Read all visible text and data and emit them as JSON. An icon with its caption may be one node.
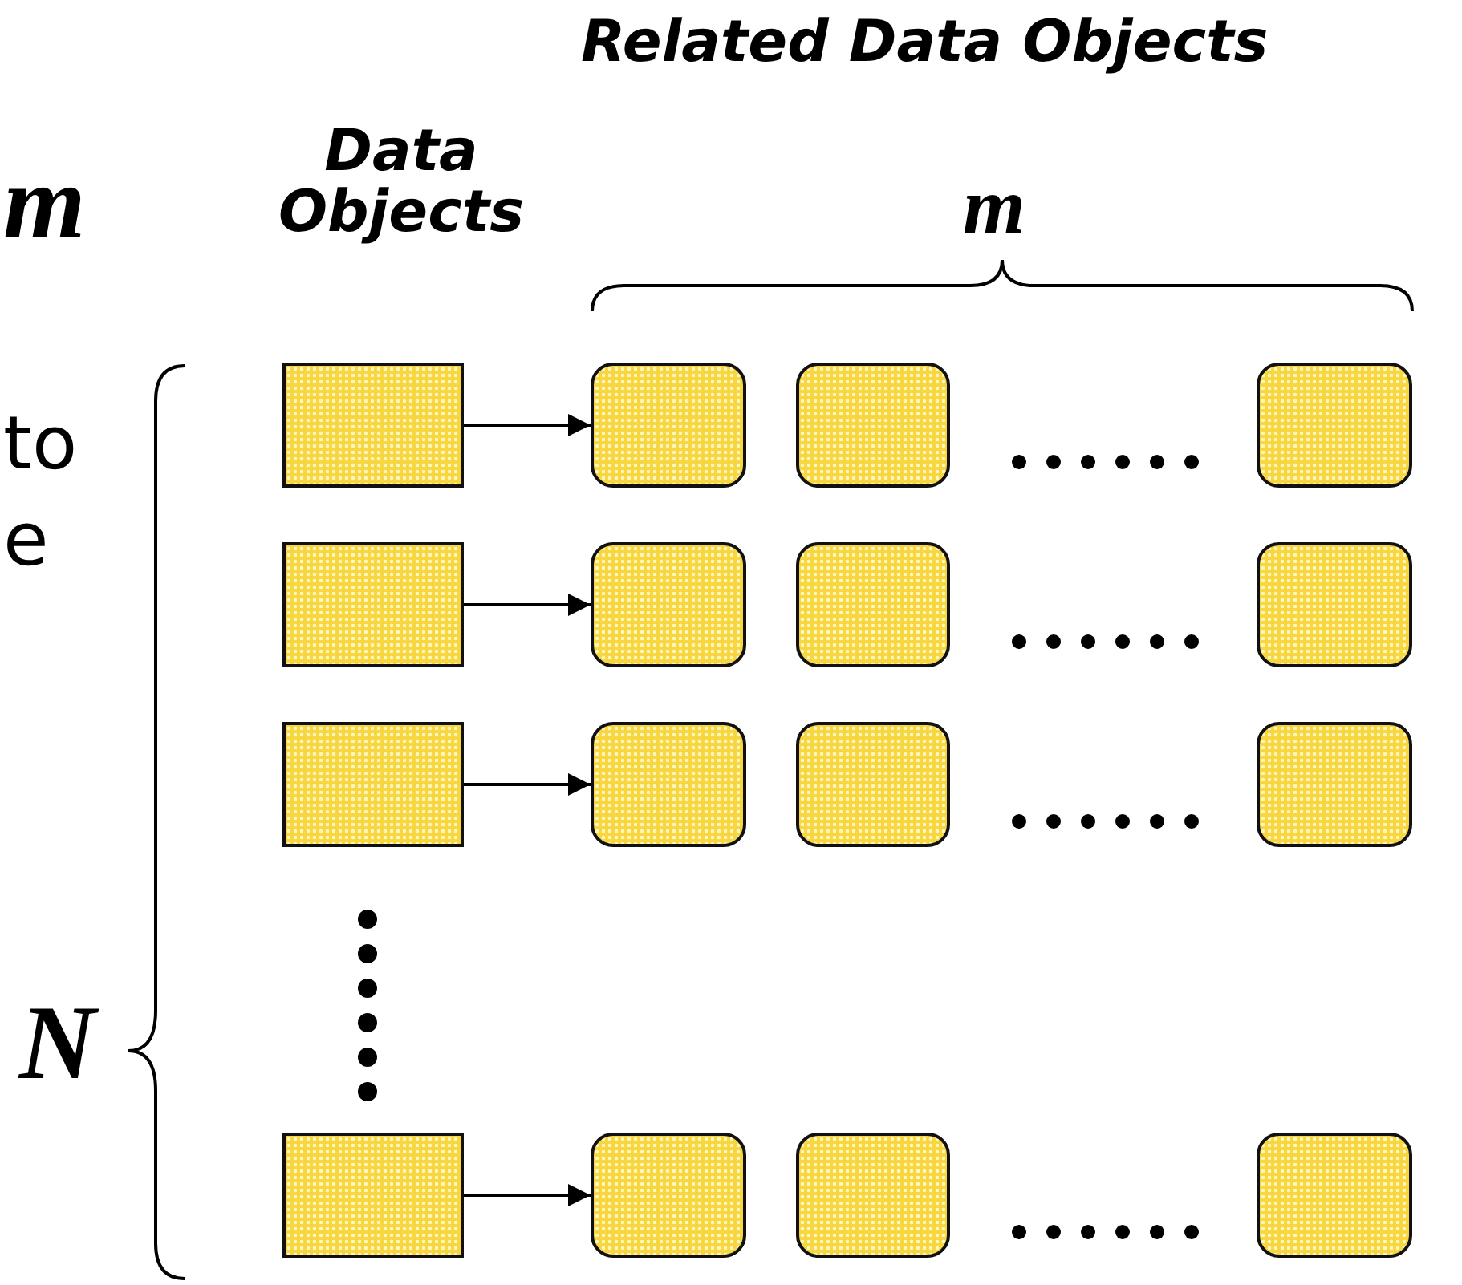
{
  "diagram": {
    "nodes": [
      {
        "text": [],
        "shape": "box"
      },
      {
        "text": [],
        "shape": "box"
      },
      {
        "text": [],
        "shape": "box"
      },
      {
        "text": [],
        "shape": "box"
      },
      {
        "text": [],
        "shape": "box"
      },
      {
        "text": [],
        "shape": "box"
      },
      {
        "text": [],
        "shape": "box"
      },
      {
        "text": [],
        "shape": "box"
      },
      {
        "text": [],
        "shape": "box"
      },
      {
        "text": [],
        "shape": "box"
      },
      {
        "text": [],
        "shape": "box"
      },
      {
        "text": [],
        "shape": "box"
      },
      {
        "text": [],
        "shape": "box"
      },
      {
        "text": [],
        "shape": "box"
      },
      {
        "text": [],
        "shape": "box"
      },
      {
        "text": [],
        "shape": "box"
      }
    ],
    "edges": [
      {
        "from": 0,
        "to": 1,
        "arrow": "to"
      },
      {
        "from": 4,
        "to": 5,
        "arrow": "to"
      },
      {
        "from": 8,
        "to": 9,
        "arrow": "to"
      },
      {
        "from": 12,
        "to": 13,
        "arrow": "to"
      }
    ],
    "labels": [
      "Related Data Objects",
      "m",
      "Data Objects",
      "m",
      "to",
      "e",
      "N"
    ]
  }
}
